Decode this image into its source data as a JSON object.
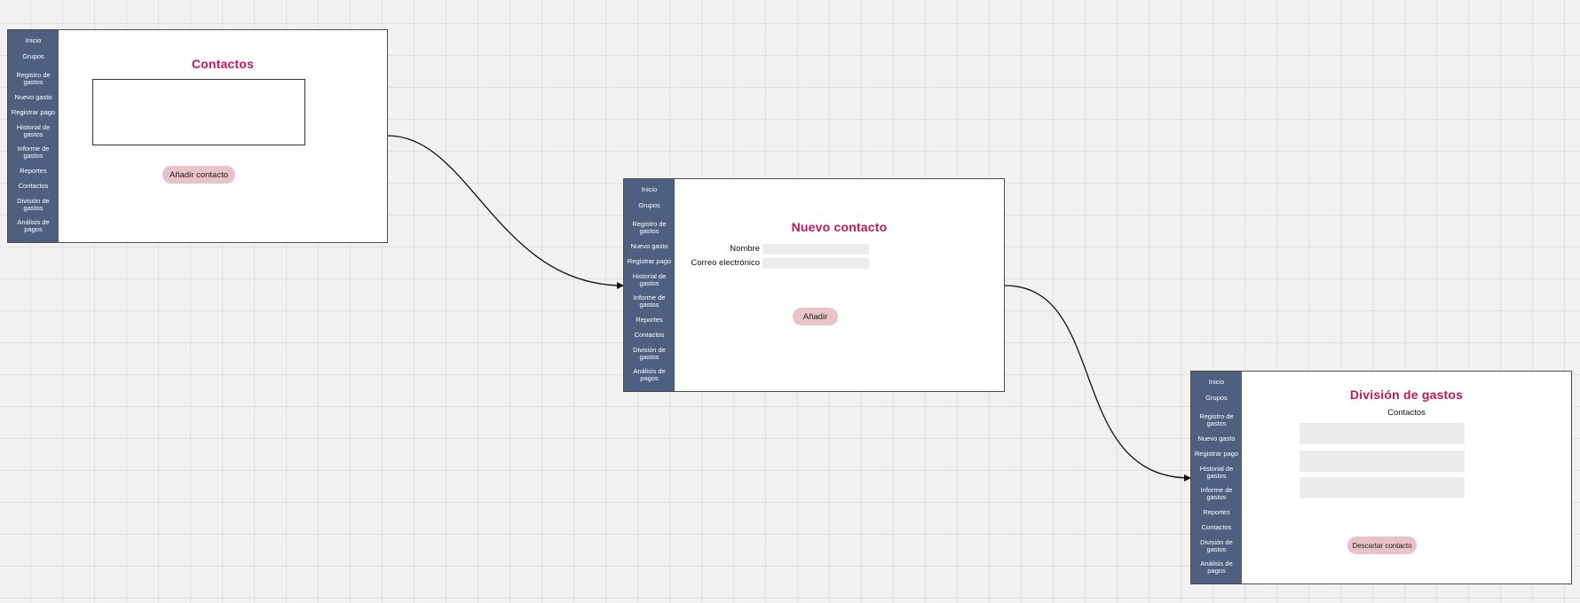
{
  "sidebar_items": [
    "Inicio",
    "Grupos",
    "Registro de\ngastos",
    "Nuevo gasto",
    "Registrar pago",
    "Historial de\ngastos",
    "Informe de\ngastos",
    "Reportes",
    "Contactos",
    "División de\ngastos",
    "Análisis de\npagos"
  ],
  "screen1": {
    "title": "Contactos",
    "add_button": "Añadir contacto"
  },
  "screen2": {
    "title": "Nuevo contacto",
    "name_label": "Nombre",
    "email_label": "Correo electrónico",
    "add_button": "Añadir"
  },
  "screen3": {
    "title": "División de gastos",
    "subtitle": "Contactos",
    "discard_button": "Descartar contacto"
  },
  "colors": {
    "sidebar": "#4e5f7f",
    "title": "#c2185b",
    "button": "#e8c4c6",
    "field": "#ececec"
  }
}
